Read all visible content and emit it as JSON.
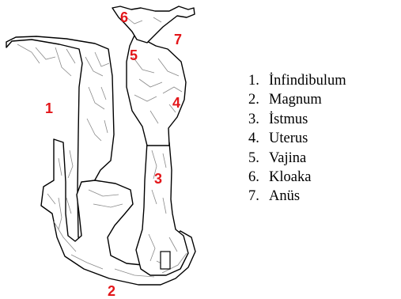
{
  "diagram": {
    "label_color": "#e3161a",
    "labels": [
      "1",
      "2",
      "3",
      "4",
      "5",
      "6",
      "7"
    ]
  },
  "legend": {
    "items": [
      {
        "n": "1.",
        "text": "İnfindibulum"
      },
      {
        "n": "2.",
        "text": "Magnum"
      },
      {
        "n": "3.",
        "text": "İstmus"
      },
      {
        "n": "4.",
        "text": "Uterus"
      },
      {
        "n": "5.",
        "text": "Vajina"
      },
      {
        "n": "6.",
        "text": "Kloaka"
      },
      {
        "n": "7.",
        "text": "Anüs"
      }
    ]
  }
}
